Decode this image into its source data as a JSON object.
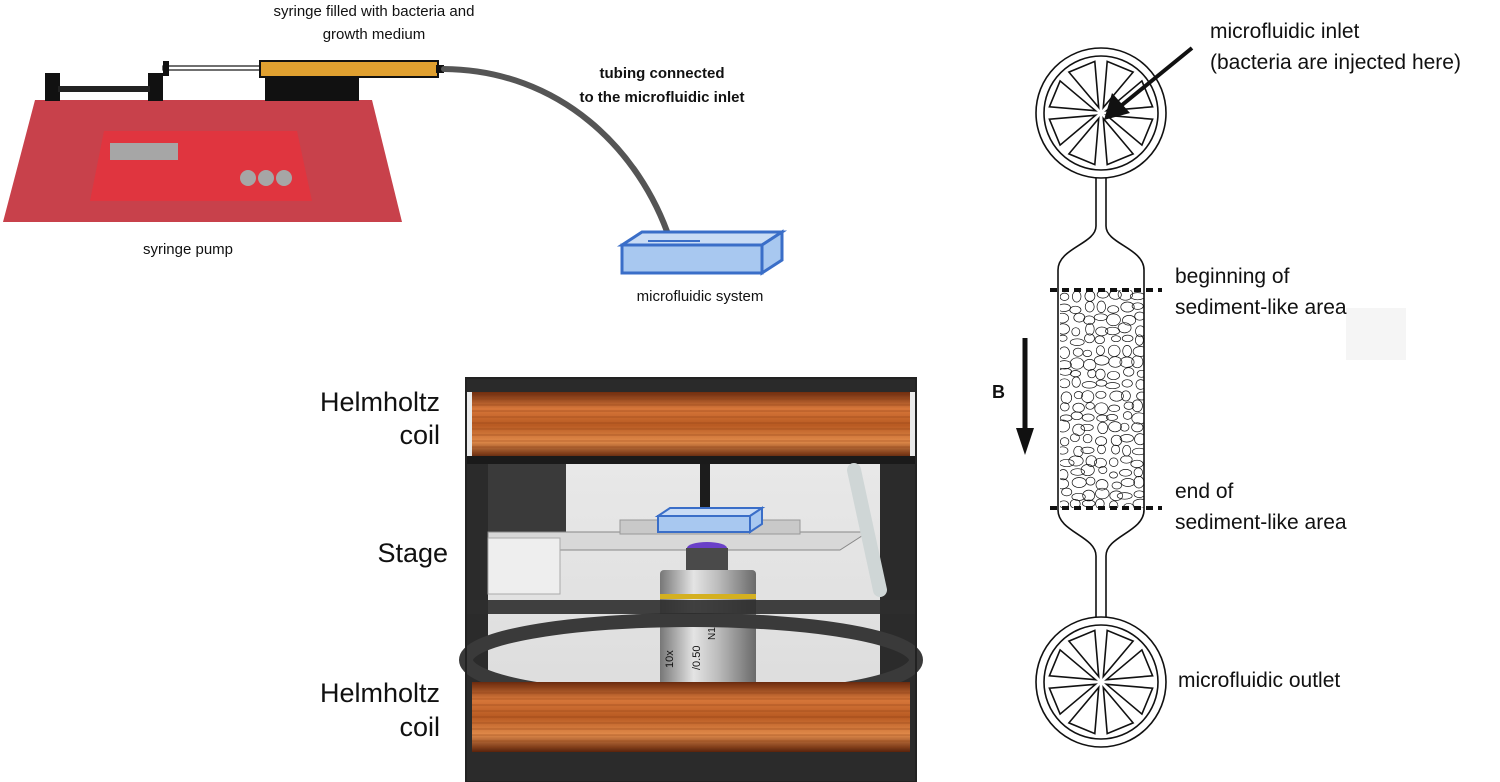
{
  "labels": {
    "syringe_line1": "syringe filled with bacteria and",
    "syringe_line2": "growth medium",
    "tubing_line1": "tubing connected",
    "tubing_line2": "to the microfluidic inlet",
    "pump": "syringe pump",
    "microfluidic_system": "microfluidic system",
    "helmholtz_top_1": "Helmholtz",
    "helmholtz_top_2": "coil",
    "stage": "Stage",
    "helmholtz_bottom_1": "Helmholtz",
    "helmholtz_bottom_2": "coil",
    "inlet_line1": "microfluidic inlet",
    "inlet_line2": "(bacteria are injected here)",
    "begin_line1": "beginning of",
    "begin_line2": "sediment-like area",
    "field": "B",
    "end_line1": "end of",
    "end_line2": "sediment-like area",
    "outlet": "microfluidic outlet"
  },
  "objective_marks": {
    "mag": "10x",
    "na": "/0.50",
    "series": "N1"
  },
  "colors": {
    "pump_body": "#c8414b",
    "pump_panel": "#e0353f",
    "syringe_barrel": "#e0a030",
    "tubing": "#555555",
    "chip_fill": "#a8c8f0",
    "chip_stroke": "#3a6ec8",
    "coil": "#c0622a"
  }
}
